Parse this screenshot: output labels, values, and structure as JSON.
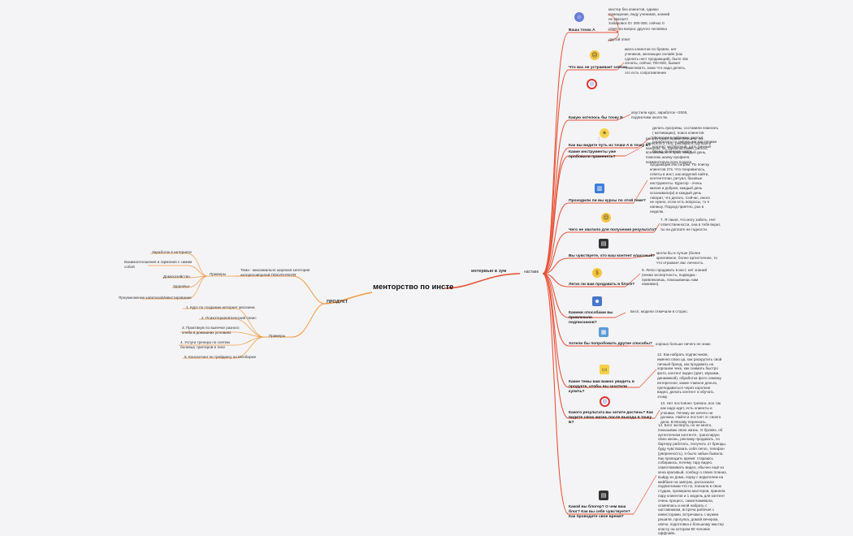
{
  "central_topic": "менторство по инсте",
  "branches": {
    "interview": "интервью в зум",
    "interview_sub": "наставк",
    "product": "ПРОДУКТ"
  },
  "product": {
    "theme": "Тема - максимально широкая категория интересов/целей ПОКУПАТЕЛЯ",
    "examples_label": "Примеры",
    "examples_list": [
      "Заработок в интернете",
      "Взаимоотношения и гармония с самим собой",
      "Домохозяйство",
      "Здоровье",
      "Преумножение капитала/Инвестирование"
    ],
    "examples2_label": "Примеры",
    "examples2_list": [
      "1. Курс по созданию интернет магазина",
      "2. Психотерапевтический сеанс",
      "3. Практикум по выпечке разного хлеба в домашних условиях",
      "4. Услуги тренера по снятию болевых триггеров в теле",
      "5. Консалтинг по трейдингу на Мосбирже"
    ]
  },
  "qa": [
    {
      "q": "Ваша точка А",
      "a": "мастер без клиентов, однако помещение, веду учеников, знаний не хватает!\nХабаровск От 280-350, сейчас 0",
      "a2": "ответ на вопрос другого человека",
      "a3": "другой ответ"
    },
    {
      "q": "Что вас не устраивает сейчас",
      "a": "мало клиентов по бровях, нет учеников, желающих онлайн (как сделать нест продающий), было 15к оплаты, сейчас 700-800, бывает тяжеловато, знаю что надо делать, это есть сопротивление"
    },
    {
      "q": "Какую хотелось бы точку Б",
      "a": "апустили курс, заработок +250К, подписчики около 5к."
    },
    {
      "q": "Как вы видите путь из точки А в точку Б?",
      "a": "делать прогревы, составили помогать ( мотивацию), поиск клиентов (фокусом в пабликах, рилсы), поработать со смежными мастерами контент экспертный, дать личный бренд, блогеров найти"
    },
    {
      "q": "Какие инструменты уже пробовали применять?",
      "a": "работа с мастерами (Мосаль, по личности 2 тел), рекламы в группах и каналах, пк, одноклассники, рилсы, всеобъемлю отправ: каждый день, помогаю шапку профиля, комментирую всех подряд"
    },
    {
      "q": "Проходили ли вы курсы по этой теме?",
      "a": "продающий Инстаграм. По поиску клиентов 27к. Что понравилось, ответы в инст, как моделей найти, контентплан, ритуал, базовые инструменты. Куратор - очень милая и добрая, каждый день осознавала(и) и каждый день говорит, что делать. Сейчас, иного не нужно, если есть вопросы, то я напишу. Подход приятно, раз в неделю."
    },
    {
      "q": "Чего не хватило для получения результата?",
      "a": "7. Я такая, что могу забить. Нет ответственности, она в тебя верит, ты на доплате не годности."
    },
    {
      "q": "Вы чувствуете, что ваш контент классный?",
      "a": "могла бы и лучше (более креативное, более артистичное, то что отражает вас личность."
    },
    {
      "q": "Легко ли вам продавать в блоге?",
      "a": "9. Легко продавать в инст, нет знаний (нехва экспертность, подводка - привлекаешь, показываешь нам нажимах)."
    },
    {
      "q": "Какими способами вы привлекали подписчиков?",
      "a": "Бесп, модели отмечали в сторис."
    },
    {
      "q": "Хотели бы попробовать другие способы?",
      "a": "хорошо больше ничего не знаю"
    },
    {
      "q": "Какие темы вам важно увидеть в продукте, чтобы вы захотели купить?",
      "a": "12. Как набрать подписчиков, именно свою ца, как раскрутить свой личный бренд, как продавать на хорошем чеке, как снимать быстро фото, контент видео (цвет, звуками, динамикой), обработка фото самому интересное, какие главное деньги, преподаваться через короткие видео, делать контент и обучать этому"
    },
    {
      "q": "Какого результата вы хотите достичь? Как видите свою жизнь после выхода в точку Б?",
      "a": "13. Нет постоянно тревоги, все так как надо идет, есть клиенты и ученики. Почему же ничего не должна. Найти и постоят от своего дела. В Москву переехать."
    },
    {
      "q": "Какой вы блогер? О чем ваш блог? Как вы себя чувствуете? Как проводите свое время?",
      "a": "14. Блог эксперта, но не много, показываю свою жизнь. О бровях, об аутентичном контенте, транслирую свою жизнь, рекламу продавать, по бартеру работать, получить от бренды, буду чувствовать себя легко, телефон (уверенность), я было забыи бывала. Как проводить время: стараюсь собираюсь, почему тару видео, самоглаживать видео, обычно ещё из кена красивый, сообщу о своих планах, выйду из дома, порку с водителем на майбахе на завтрак, рассказала подписчикам что по, поехала в свою студию, проверила мастеров, приняла пару клиентов и 1 модель для контент очень процесс, самоглаживала, осмеялась и иной набрать с наставником, встреча рабочая с инвесторами, встречаюсь с мужем решили, прогулка, домой вечером, свечи, подготовка к большому мастер классу на котором 80 человек оффлайн."
    }
  ],
  "colors": {
    "branch_line": "#e8543a",
    "product_line": "#f29a45",
    "background": "#f4f4f6"
  }
}
